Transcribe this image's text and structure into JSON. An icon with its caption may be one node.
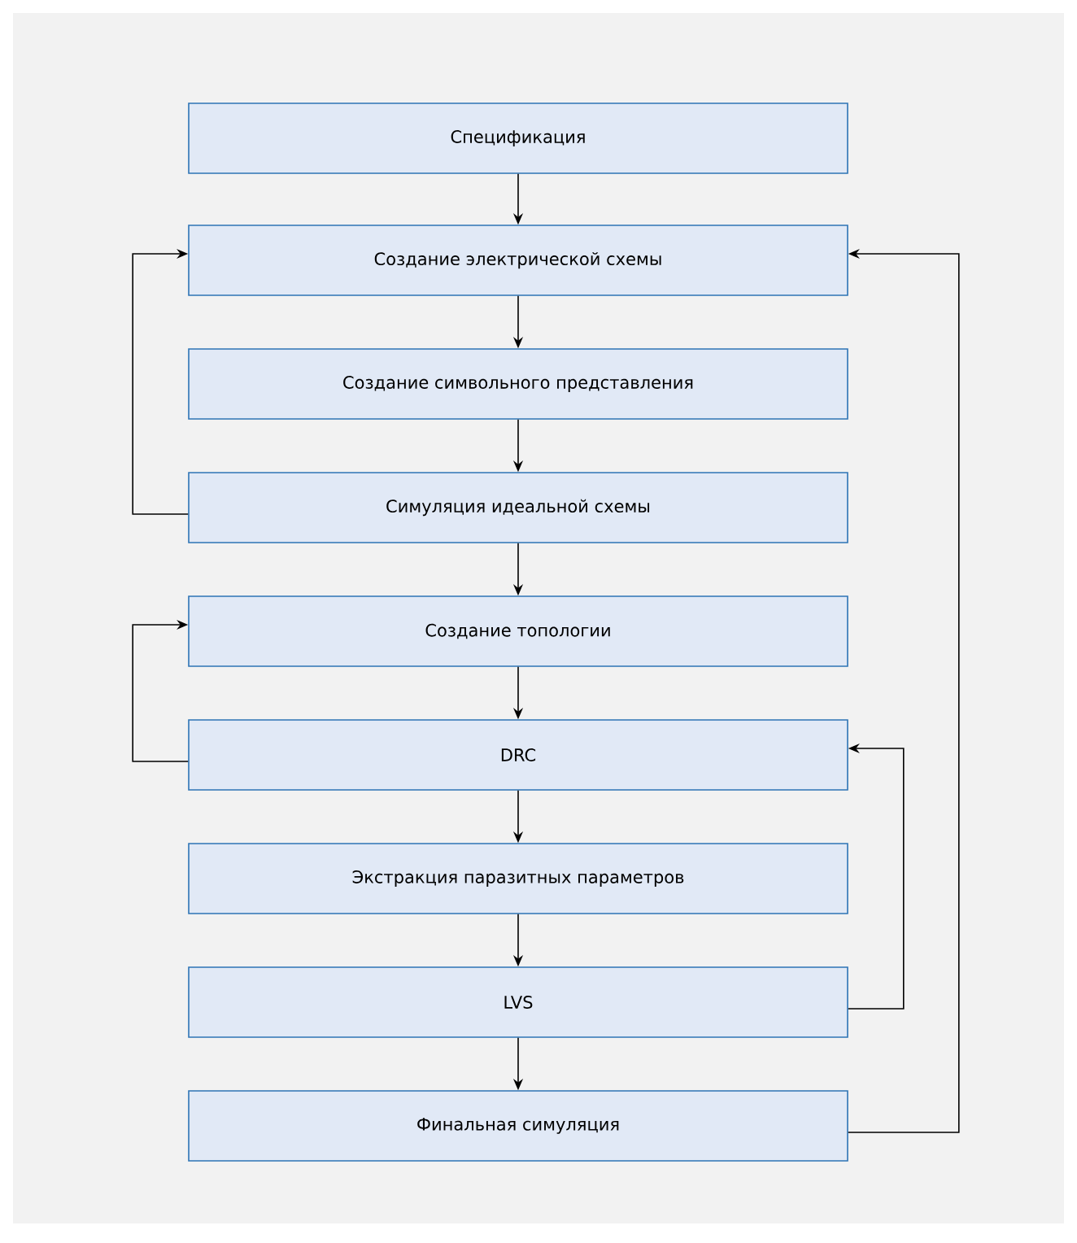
{
  "diagram": {
    "nodes": [
      {
        "text": [
          "Спецификация"
        ]
      },
      {
        "text": [
          "Создание электрической схемы"
        ]
      },
      {
        "text": [
          "Создание символьного представления"
        ]
      },
      {
        "text": [
          "Симуляция идеальной схемы"
        ]
      },
      {
        "text": [
          "Создание топологии"
        ]
      },
      {
        "text": [
          "DRC"
        ]
      },
      {
        "text": [
          "Экстракция паразитных параметров"
        ]
      },
      {
        "text": [
          "LVS"
        ]
      },
      {
        "text": [
          "Финальная симуляция"
        ]
      }
    ],
    "edges": [
      {
        "from": 0,
        "to": 1,
        "arrow": "to"
      },
      {
        "from": 1,
        "to": 2,
        "arrow": "to"
      },
      {
        "from": 2,
        "to": 3,
        "arrow": "to"
      },
      {
        "from": 3,
        "to": 1,
        "arrow": "to"
      },
      {
        "from": 3,
        "to": 4,
        "arrow": "to"
      },
      {
        "from": 4,
        "to": 5,
        "arrow": "to"
      },
      {
        "from": 5,
        "to": 4,
        "arrow": "to"
      },
      {
        "from": 5,
        "to": 6,
        "arrow": "to"
      },
      {
        "from": 6,
        "to": 7,
        "arrow": "to"
      },
      {
        "from": 7,
        "to": 5,
        "arrow": "to"
      },
      {
        "from": 7,
        "to": 8,
        "arrow": "to"
      },
      {
        "from": 8,
        "to": 1,
        "arrow": "to"
      }
    ]
  }
}
